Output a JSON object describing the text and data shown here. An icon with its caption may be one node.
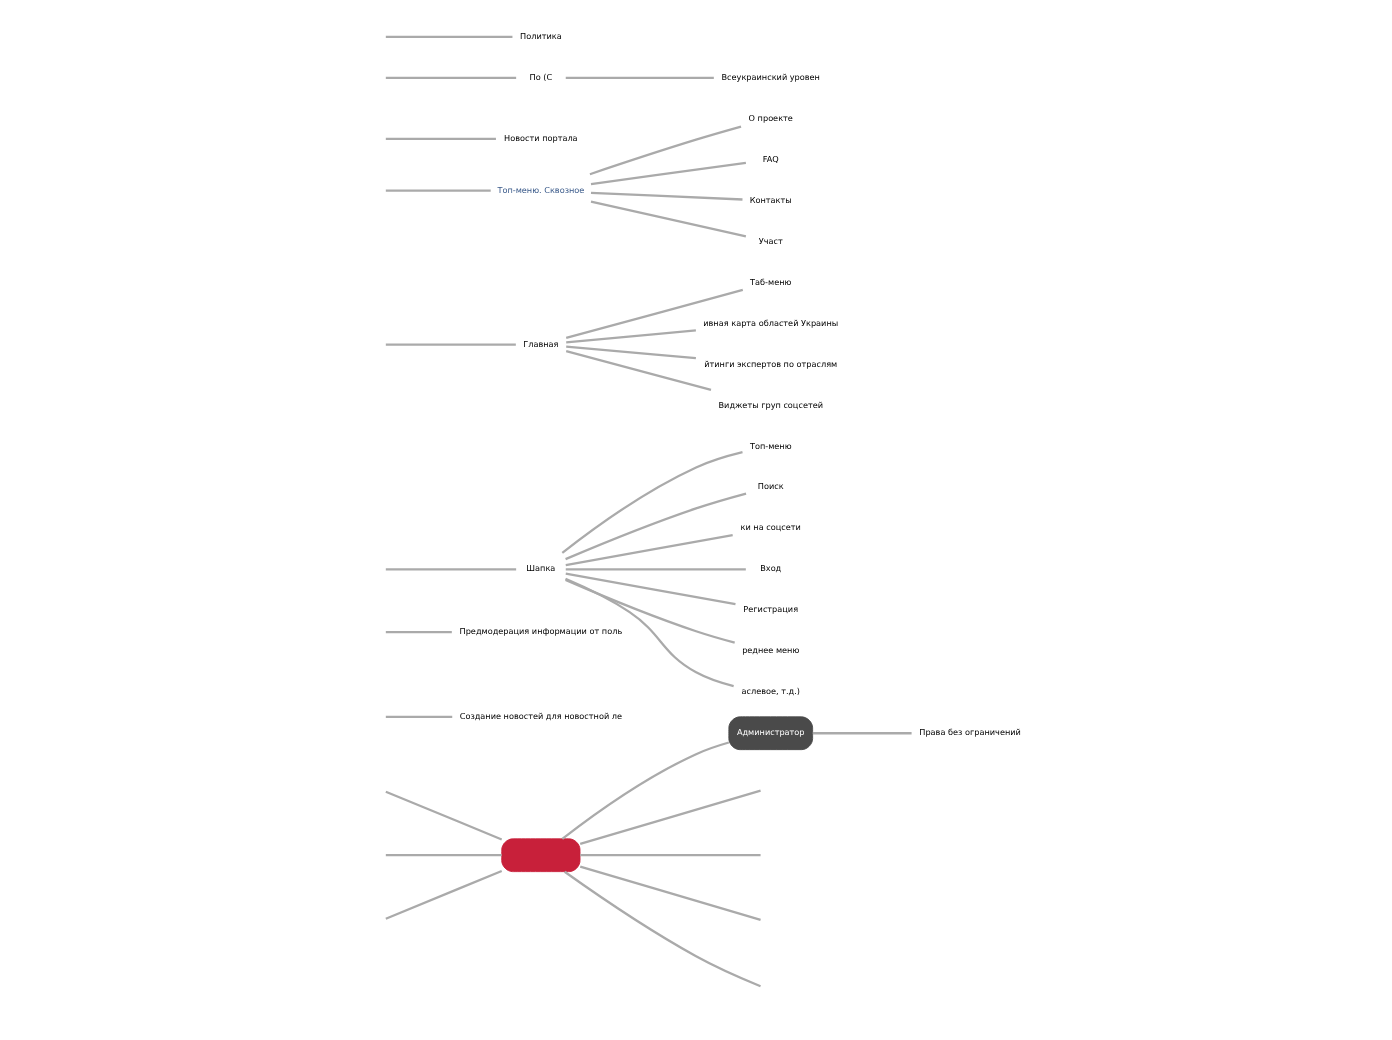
{
  "diagram": {
    "nodes": [
      {
        "text": [],
        "shape": "box"
      },
      {
        "text": [
          "Администратор"
        ]
      },
      {
        "text": [
          "Права без ограничений"
        ]
      },
      {
        "text": [
          "Создание новостей для новостной ле"
        ]
      },
      {
        "text": [
          "Предмодерация информации от поль"
        ]
      },
      {
        "text": [
          "Шапка"
        ]
      },
      {
        "text": [
          "Топ-меню"
        ]
      },
      {
        "text": [
          "Поиск"
        ]
      },
      {
        "text": [
          "ки на соцсети"
        ]
      },
      {
        "text": [
          "Вход"
        ]
      },
      {
        "text": [
          "Регистрация"
        ]
      },
      {
        "text": [
          "реднее меню"
        ]
      },
      {
        "text": [
          "аслевое, т.д.)"
        ]
      },
      {
        "text": [
          "Главная"
        ]
      },
      {
        "text": [
          "Таб-меню"
        ]
      },
      {
        "text": [
          "ивная карта областей Украины"
        ]
      },
      {
        "text": [
          "йтинги экспертов по отраслям"
        ]
      },
      {
        "text": [
          "Виджеты груп соцсетей"
        ]
      },
      {
        "text": [
          "Топ-меню. Сквозное"
        ]
      },
      {
        "text": [
          "О проекте"
        ]
      },
      {
        "text": [
          "FAQ"
        ]
      },
      {
        "text": [
          "Контакты"
        ]
      },
      {
        "text": [
          "Участ"
        ]
      },
      {
        "text": [
          "Новости портала"
        ]
      },
      {
        "text": [
          "По (С"
        ]
      },
      {
        "text": [
          "Всеукраинский уровен"
        ]
      },
      {
        "text": [
          "Политика"
        ]
      }
    ],
    "edges": [
      {
        "from": 0,
        "to": null,
        "arrow": "none"
      },
      {
        "from": 0,
        "to": null,
        "arrow": "none"
      },
      {
        "from": 0,
        "to": null,
        "arrow": "none"
      },
      {
        "from": 0,
        "to": 1,
        "arrow": "none"
      },
      {
        "from": 0,
        "to": null,
        "arrow": "none"
      },
      {
        "from": 0,
        "to": null,
        "arrow": "none"
      },
      {
        "from": 0,
        "to": null,
        "arrow": "none"
      },
      {
        "from": 0,
        "to": null,
        "arrow": "none"
      },
      {
        "from": 1,
        "to": 2,
        "arrow": "none"
      },
      {
        "from": null,
        "to": 3,
        "arrow": "none"
      },
      {
        "from": null,
        "to": 4,
        "arrow": "none"
      },
      {
        "from": null,
        "to": 5,
        "arrow": "none"
      },
      {
        "from": 5,
        "to": 6,
        "arrow": "none"
      },
      {
        "from": 5,
        "to": 7,
        "arrow": "none"
      },
      {
        "from": 5,
        "to": 8,
        "arrow": "none"
      },
      {
        "from": 5,
        "to": 9,
        "arrow": "none"
      },
      {
        "from": 5,
        "to": 10,
        "arrow": "none"
      },
      {
        "from": 5,
        "to": 11,
        "arrow": "none"
      },
      {
        "from": 5,
        "to": 12,
        "arrow": "none"
      },
      {
        "from": null,
        "to": 13,
        "arrow": "none"
      },
      {
        "from": 13,
        "to": 14,
        "arrow": "none"
      },
      {
        "from": 13,
        "to": 15,
        "arrow": "none"
      },
      {
        "from": 13,
        "to": 16,
        "arrow": "none"
      },
      {
        "from": 13,
        "to": 17,
        "arrow": "none"
      },
      {
        "from": null,
        "to": 18,
        "arrow": "none"
      },
      {
        "from": 18,
        "to": 19,
        "arrow": "none"
      },
      {
        "from": 18,
        "to": 20,
        "arrow": "none"
      },
      {
        "from": 18,
        "to": 21,
        "arrow": "none"
      },
      {
        "from": 18,
        "to": 22,
        "arrow": "none"
      },
      {
        "from": null,
        "to": 23,
        "arrow": "none"
      },
      {
        "from": null,
        "to": 24,
        "arrow": "none"
      },
      {
        "from": 24,
        "to": 25,
        "arrow": "none"
      },
      {
        "from": null,
        "to": 26,
        "arrow": "none"
      }
    ]
  }
}
